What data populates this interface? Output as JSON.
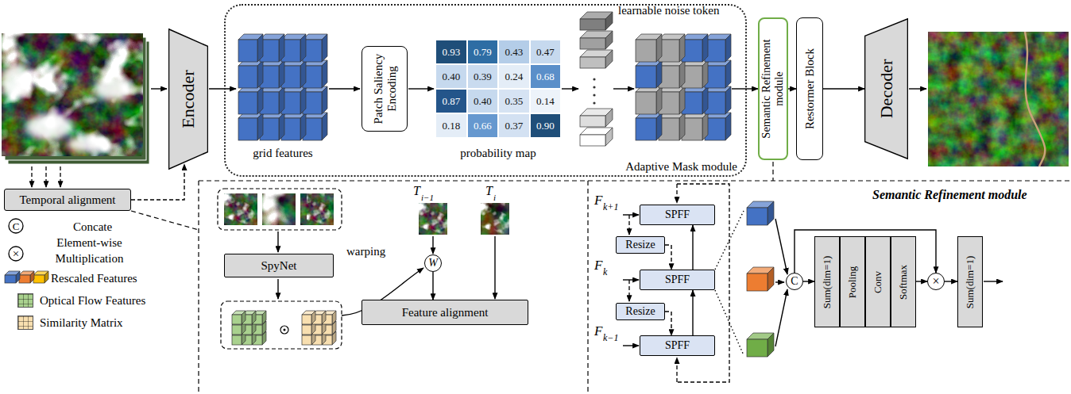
{
  "diagram": {
    "nodes": [
      {
        "text": [
          "Encoder"
        ]
      },
      {
        "text": [
          "Adaptive Mask module"
        ]
      },
      {
        "text": [
          "Patch Saliency Encoding"
        ],
        "in": 1
      },
      {
        "text": [
          "Semantic Refinement module"
        ]
      },
      {
        "text": [
          "Restormer Block"
        ]
      },
      {
        "text": [
          "Decoder"
        ]
      },
      {
        "text": [
          "Temporal alignment"
        ]
      },
      {
        "text": [
          "SpyNet"
        ]
      },
      {
        "text": [
          "W"
        ]
      },
      {
        "text": [
          "Feature alignment"
        ]
      },
      {
        "text": [
          "SPFF"
        ]
      },
      {
        "text": [
          "Resize"
        ]
      },
      {
        "text": [
          "SPFF"
        ]
      },
      {
        "text": [
          "Resize"
        ]
      },
      {
        "text": [
          "SPFF"
        ]
      },
      {
        "text": [
          "C"
        ]
      },
      {
        "text": [
          "Sum(dim=1)"
        ]
      },
      {
        "text": [
          "Pooling"
        ]
      },
      {
        "text": [
          "Conv"
        ]
      },
      {
        "text": [
          "Softmax"
        ]
      },
      {
        "text": [
          "×"
        ]
      },
      {
        "text": [
          "Sum(dim=1)"
        ]
      }
    ],
    "edges": [
      {
        "from": 1,
        "to": 3,
        "arrow": "to"
      },
      {
        "from": 3,
        "to": 4,
        "arrow": "to"
      },
      {
        "from": 4,
        "to": 5,
        "arrow": "to"
      },
      {
        "from": 6,
        "to": 0,
        "arrow": "to"
      },
      {
        "from": 8,
        "to": 9,
        "arrow": "to"
      },
      {
        "from": 11,
        "to": 12,
        "arrow": "to"
      },
      {
        "from": 12,
        "to": 10,
        "arrow": "to"
      },
      {
        "from": 13,
        "to": 14,
        "arrow": "to"
      },
      {
        "from": 14,
        "to": 12,
        "arrow": "to"
      },
      {
        "from": 15,
        "to": 16,
        "arrow": "to"
      },
      {
        "from": 19,
        "to": 20,
        "arrow": "to"
      },
      {
        "from": 15,
        "to": 20,
        "arrow": "to"
      },
      {
        "from": 20,
        "to": 21,
        "arrow": "to"
      }
    ],
    "labels": [
      "learnable noise token",
      "grid features",
      "probability map",
      "0.93",
      "0.79",
      "0.43",
      "0.47",
      "0.40",
      "0.39",
      "0.24",
      "0.68",
      "0.87",
      "0.40",
      "0.35",
      "0.14",
      "0.18",
      "0.66",
      "0.37",
      "0.90",
      "C",
      "×",
      "T",
      "i−1",
      "warping",
      "T",
      "i",
      "F",
      "k+1",
      "F",
      "k",
      "F",
      "k−1",
      "Semantic Refinement module"
    ],
    "legend": [
      {
        "text": "Concate"
      },
      {
        "text": "Element-wise Multiplication"
      },
      {
        "text": "Rescaled Features"
      },
      {
        "text": "Optical Flow Features",
        "color": "#a9d18e"
      },
      {
        "text": "Similarity Matrix",
        "color": "#f8dfb0"
      }
    ]
  }
}
